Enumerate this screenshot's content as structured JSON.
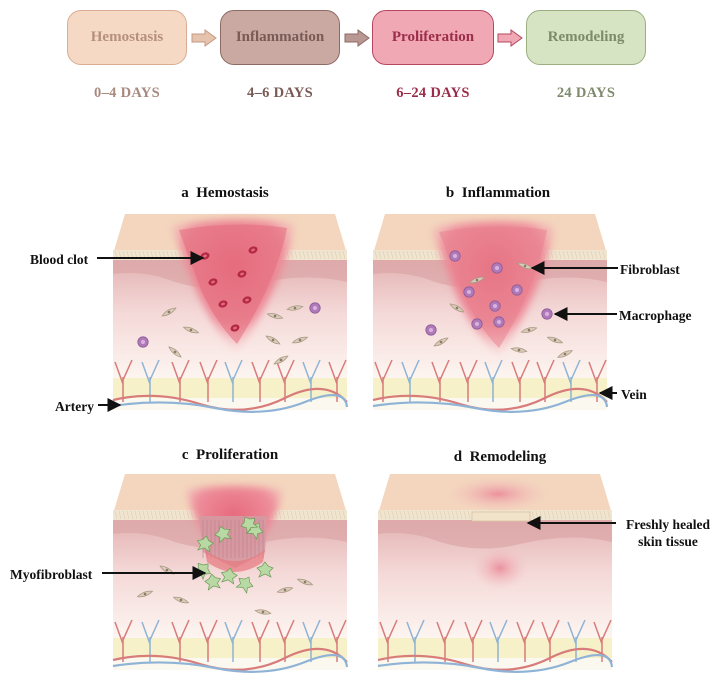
{
  "stages": [
    {
      "name": "Hemostasis",
      "days": "0–4 DAYS",
      "fill": "#f5d9c4",
      "border": "#d8ad92",
      "text": "#b58f7f",
      "days_color": "#a8897e"
    },
    {
      "name": "Inflammation",
      "days": "4–6 DAYS",
      "fill": "#c9a9a2",
      "border": "#8d6a63",
      "text": "#7a5a55",
      "days_color": "#7a5a55"
    },
    {
      "name": "Proliferation",
      "days": "6–24 DAYS",
      "fill": "#f0a8b5",
      "border": "#b5485f",
      "text": "#9c2d4a",
      "days_color": "#9c2d4a"
    },
    {
      "name": "Remodeling",
      "days": "24 DAYS",
      "fill": "#d7e4c3",
      "border": "#9aae80",
      "text": "#7d8a6b",
      "days_color": "#7d8a6b"
    }
  ],
  "panels": {
    "a": {
      "letter": "a",
      "title": "Hemostasis"
    },
    "b": {
      "letter": "b",
      "title": "Inflammation"
    },
    "c": {
      "letter": "c",
      "title": "Proliferation"
    },
    "d": {
      "letter": "d",
      "title": "Remodeling"
    }
  },
  "labels": {
    "blood_clot": "Blood clot",
    "artery": "Artery",
    "fibroblast": "Fibroblast",
    "macrophage": "Macrophage",
    "vein": "Vein",
    "myofibroblast": "Myofibroblast",
    "fresh_line1": "Freshly healed",
    "fresh_line2": "skin tissue"
  },
  "colors": {
    "epidermis": "#f3d6bd",
    "dermis": "#e8bcbc",
    "hypodermis": "#fbf3e6",
    "fat": "#f6f1c9",
    "wound": "#e86f80",
    "artery": "#d87b7b",
    "vein": "#8fb3d6",
    "macrophage": "#b07ab8",
    "fibroblast": "#d9cbb9",
    "myofibroblast": "#b8d9a3"
  }
}
